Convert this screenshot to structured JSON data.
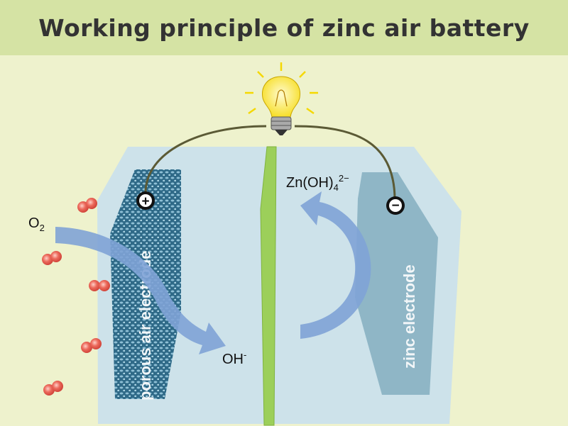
{
  "title": "Working principle of zinc air battery",
  "labels": {
    "o2": "O",
    "o2_sub": "2",
    "oh": "OH",
    "oh_sup": "-",
    "zincate": "Zn(OH)",
    "zincate_sub": "4",
    "zincate_sup": "2−",
    "porous_electrode": "porous air electrode",
    "zinc_electrode": "zinc electrode",
    "positive_terminal": "+",
    "negative_terminal": "−"
  },
  "colors": {
    "background": "#eef2cd",
    "title_band": "#d5e3a4",
    "electrolyte": "#cde2ea",
    "separator": "#9ccf5a",
    "zinc_electrode": "#8fb6c6",
    "porous_electrode": "#3f7f9c",
    "arrow": "#7fa3d6",
    "molecule": "#e4584a",
    "bulb": "#ffe84a"
  }
}
